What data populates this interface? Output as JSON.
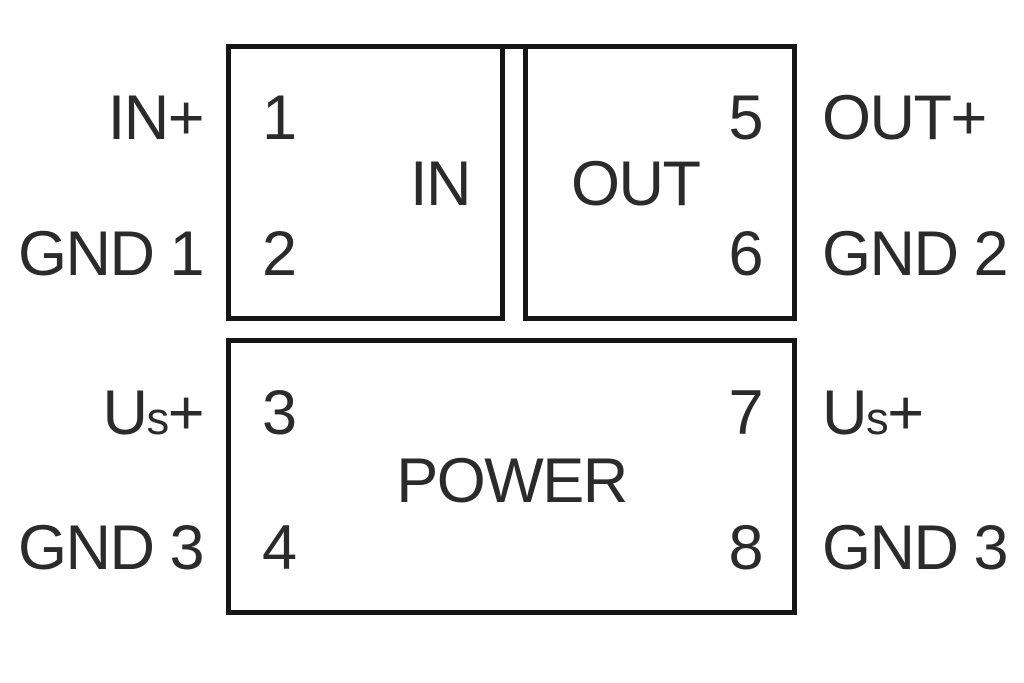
{
  "diagram": {
    "type": "terminal-pinout-block-diagram",
    "colors": {
      "line": "#161616",
      "text": "#2b2b2b",
      "background": "#ffffff"
    },
    "blocks": {
      "in": {
        "label": "IN"
      },
      "out": {
        "label": "OUT"
      },
      "power": {
        "label": "POWER"
      }
    },
    "pins": {
      "p1": {
        "number": "1",
        "signal": {
          "pre": "IN+"
        }
      },
      "p2": {
        "number": "2",
        "signal": {
          "pre": "GND 1"
        }
      },
      "p3": {
        "number": "3",
        "signal": {
          "pre": "U",
          "sub": "s",
          "post": "+"
        }
      },
      "p4": {
        "number": "4",
        "signal": {
          "pre": "GND 3"
        }
      },
      "p5": {
        "number": "5",
        "signal": {
          "pre": "OUT+"
        }
      },
      "p6": {
        "number": "6",
        "signal": {
          "pre": "GND 2"
        }
      },
      "p7": {
        "number": "7",
        "signal": {
          "pre": "U",
          "sub": "s",
          "post": "+"
        }
      },
      "p8": {
        "number": "8",
        "signal": {
          "pre": "GND 3"
        }
      }
    }
  }
}
